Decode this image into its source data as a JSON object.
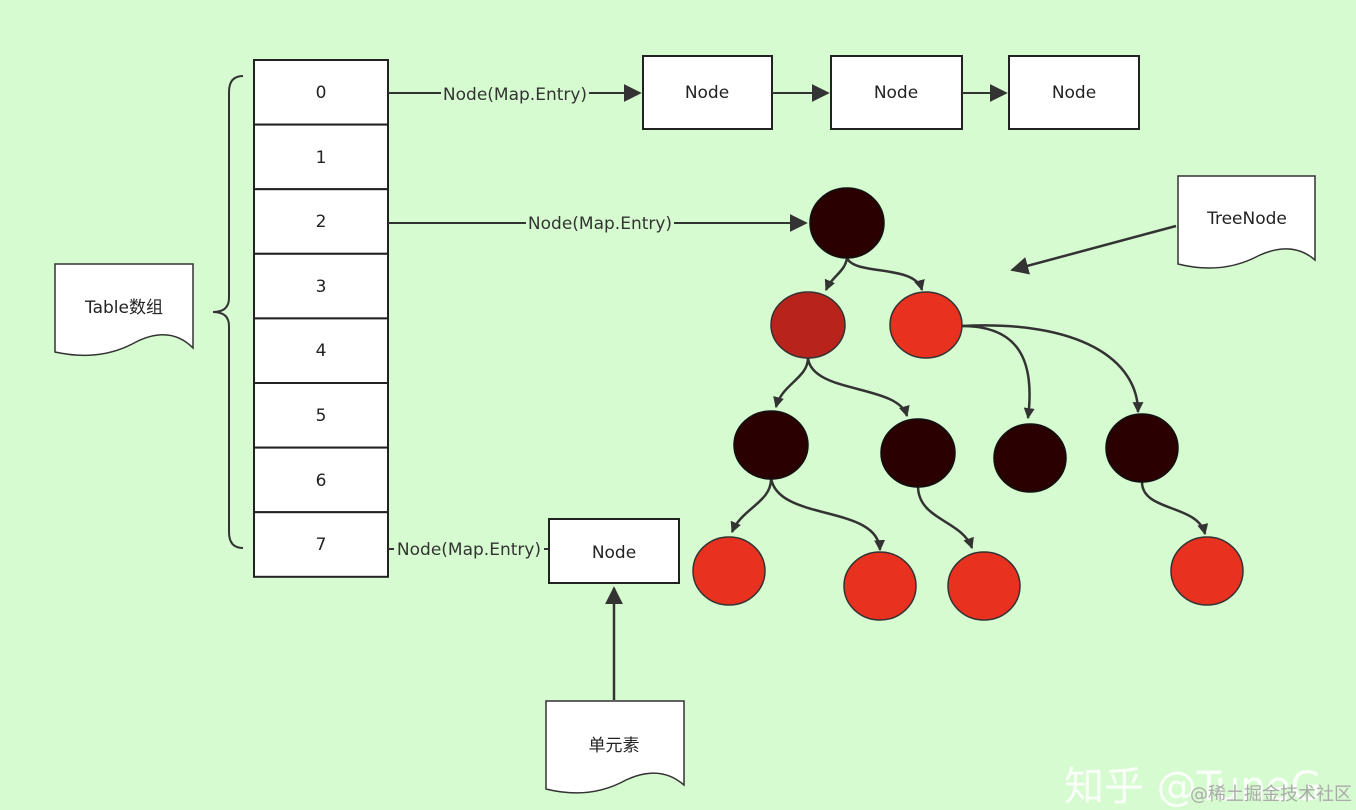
{
  "table": {
    "label": "Table数组",
    "indices": [
      "0",
      "1",
      "2",
      "3",
      "4",
      "5",
      "6",
      "7"
    ]
  },
  "edges": {
    "row0": "Node(Map.Entry)",
    "row2": "Node(Map.Entry)",
    "row7": "Node(Map.Entry)"
  },
  "list_nodes": [
    "Node",
    "Node",
    "Node"
  ],
  "single_node": "Node",
  "single_note": "单元素",
  "tree_note": "TreeNode",
  "watermark": {
    "main": "知乎 @TuneG",
    "sub": "@稀土掘金技术社区"
  },
  "colors": {
    "background": "#d7fbd0",
    "black_node": "#2a0000",
    "red_node": "#e8311f",
    "dark_red_node": "#b8231b"
  }
}
